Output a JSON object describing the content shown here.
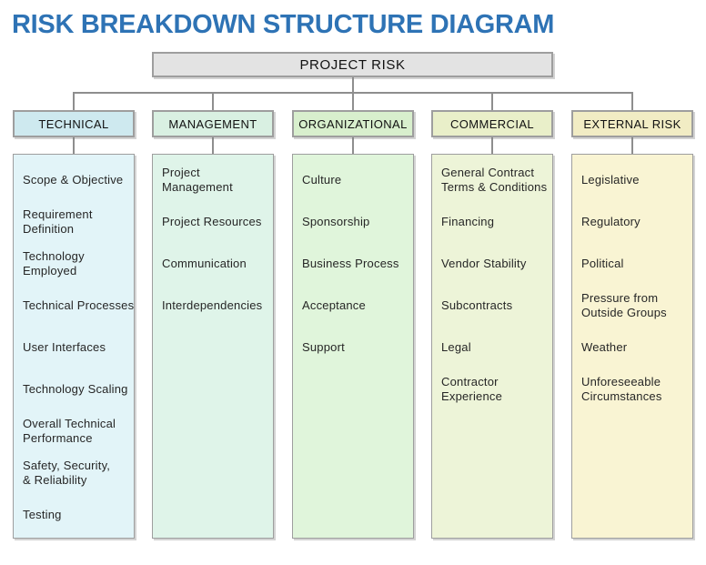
{
  "page": {
    "title": "RISK BREAKDOWN STRUCTURE DIAGRAM",
    "title_color": "#2E73B5"
  },
  "diagram": {
    "line_color": "#8e8e8e",
    "root": {
      "label": "PROJECT RISK",
      "fill": "#e3e3e3"
    },
    "columns": [
      {
        "key": "technical",
        "header": {
          "label": "TECHNICAL",
          "fill": "#cee9ef"
        },
        "body_fill": "#e2f4f8",
        "items": [
          [
            "Scope & Objective"
          ],
          [
            "Requirement",
            "Definition"
          ],
          [
            "Technology",
            "Employed"
          ],
          [
            "Technical Processes"
          ],
          [
            "User Interfaces"
          ],
          [
            "Technology Scaling"
          ],
          [
            "Overall Technical",
            "Performance"
          ],
          [
            "Safety, Security,",
            "& Reliability"
          ],
          [
            "Testing"
          ]
        ]
      },
      {
        "key": "management",
        "header": {
          "label": "MANAGEMENT",
          "fill": "#d9f0e2"
        },
        "body_fill": "#dff4e9",
        "items": [
          [
            "Project",
            "Management"
          ],
          [
            "Project Resources"
          ],
          [
            "Communication"
          ],
          [
            "Interdependencies"
          ]
        ]
      },
      {
        "key": "organizational",
        "header": {
          "label": "ORGANIZATIONAL",
          "fill": "#d8efcd"
        },
        "body_fill": "#e0f5db",
        "items": [
          [
            "Culture"
          ],
          [
            "Sponsorship"
          ],
          [
            "Business Process"
          ],
          [
            "Acceptance"
          ],
          [
            "Support"
          ]
        ]
      },
      {
        "key": "commercial",
        "header": {
          "label": "COMMERCIAL",
          "fill": "#e9efc9"
        },
        "body_fill": "#edf4d8",
        "items": [
          [
            "General Contract",
            "Terms & Conditions"
          ],
          [
            "Financing"
          ],
          [
            "Vendor Stability"
          ],
          [
            "Subcontracts"
          ],
          [
            "Legal"
          ],
          [
            "Contractor",
            "Experience"
          ]
        ]
      },
      {
        "key": "external-risk",
        "header": {
          "label": "EXTERNAL RISK",
          "fill": "#f1ecc4"
        },
        "body_fill": "#f9f4d3",
        "items": [
          [
            "Legislative"
          ],
          [
            "Regulatory"
          ],
          [
            "Political"
          ],
          [
            "Pressure from",
            "Outside Groups"
          ],
          [
            "Weather"
          ],
          [
            "Unforeseeable",
            "Circumstances"
          ]
        ]
      }
    ]
  }
}
